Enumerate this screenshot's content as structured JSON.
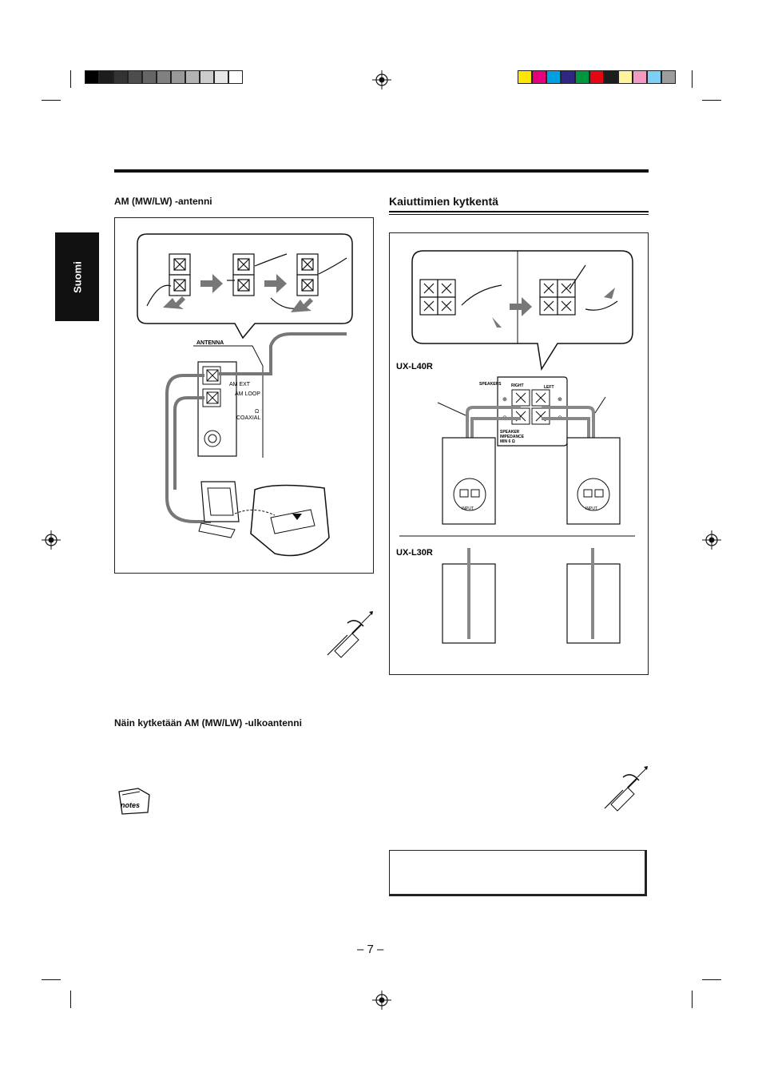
{
  "side_tab": {
    "label": "Suomi"
  },
  "left": {
    "heading": "AM (MW/LW) -antenni",
    "diagram": {
      "antenna_label": "ANTENNA",
      "terminal_labels": [
        "AM EXT",
        "AM LOOP",
        "COAXIAL"
      ],
      "ohm": "Ω"
    },
    "external_heading": "Näin kytketään AM (MW/LW) -ulkoantenni",
    "notes_icon": "notes-icon",
    "notes_word": "notes"
  },
  "right": {
    "heading": "Kaiuttimien kytkentä",
    "model_a": "UX-L40R",
    "model_b": "UX-L30R",
    "panel": {
      "speakers_label": "SPEAKERS",
      "right_label": "RIGHT",
      "left_label": "LEFT",
      "impedance_lines": [
        "SPEAKER",
        "IMPEDANCE",
        "MIN 6 Ω"
      ],
      "input_label": "INPUT"
    }
  },
  "page_number": "– 7 –",
  "colors": {
    "grays": [
      "#000000",
      "#1c1c1c",
      "#333333",
      "#4d4d4d",
      "#666666",
      "#808080",
      "#999999",
      "#b3b3b3",
      "#cccccc",
      "#e6e6e6",
      "#ffffff"
    ],
    "process": [
      "#ffe600",
      "#e6007e",
      "#009fe3",
      "#312783",
      "#009640",
      "#e30613",
      "#1d1d1b",
      "#fff39e",
      "#f39ac2",
      "#7dcff5",
      "#9d9d9c"
    ]
  }
}
